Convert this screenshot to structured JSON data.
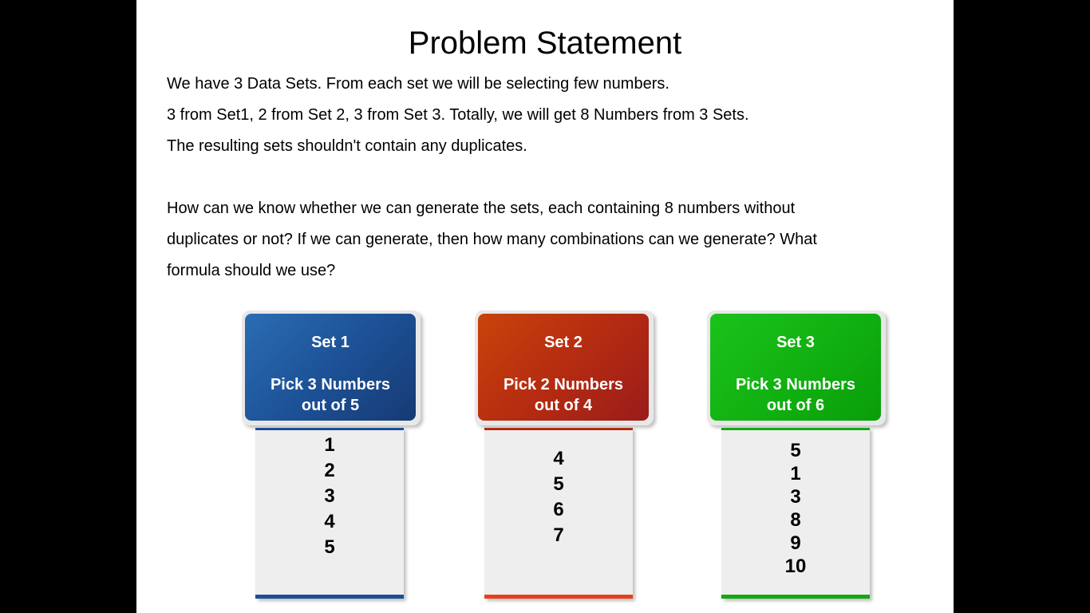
{
  "slide": {
    "title": "Problem Statement",
    "paragraphs": [
      "We have 3 Data Sets. From each set we will be selecting few numbers.",
      "3 from Set1, 2 from Set 2, 3 from Set 3. Totally, we will get 8 Numbers from 3 Sets.",
      "The resulting sets shouldn't contain any duplicates.",
      "How can we know whether we can generate the sets, each containing 8 numbers without",
      "duplicates or not? If we can generate, then how many combinations can we generate? What",
      "formula should we use?"
    ]
  },
  "sets": [
    {
      "title": "Set 1",
      "line1": "Pick 3 Numbers",
      "line2": "out of 5",
      "numbers": [
        "1",
        "2",
        "3",
        "4",
        "5"
      ],
      "color": "#1c4f94"
    },
    {
      "title": "Set 2",
      "line1": "Pick 2 Numbers",
      "line2": "out of 4",
      "numbers": [
        "4",
        "5",
        "6",
        "7"
      ],
      "color": "#e8401a"
    },
    {
      "title": "Set 3",
      "line1": "Pick 3 Numbers",
      "line2": "out of 6",
      "numbers": [
        "5",
        "1",
        "3",
        "8",
        "9",
        "10"
      ],
      "color": "#14a814"
    }
  ]
}
